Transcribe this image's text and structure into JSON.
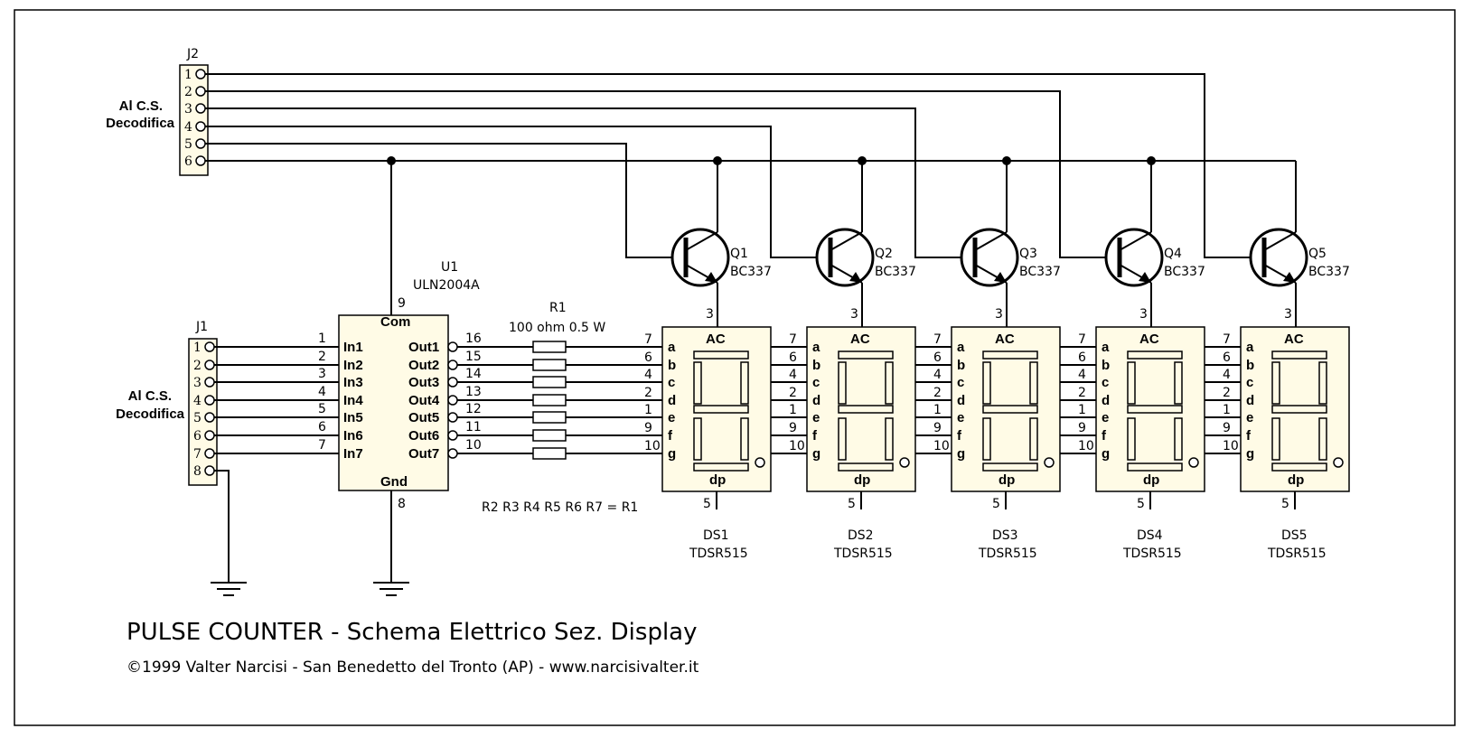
{
  "title": "PULSE COUNTER - Schema Elettrico Sez. Display",
  "copyright": "©1999 Valter Narcisi - San Benedetto del Tronto (AP) - www.narcisivalter.it",
  "j2": {
    "name": "J2",
    "label_line1": "Al C.S.",
    "label_line2": "Decodifica",
    "pins": [
      "1",
      "2",
      "3",
      "4",
      "5",
      "6"
    ]
  },
  "j1": {
    "name": "J1",
    "label_line1": "Al C.S.",
    "label_line2": "Decodifica",
    "pins": [
      "1",
      "2",
      "3",
      "4",
      "5",
      "6",
      "7",
      "8"
    ]
  },
  "u1": {
    "ref": "U1",
    "part": "ULN2004A",
    "com_label": "Com",
    "com_pin": "9",
    "gnd_label": "Gnd",
    "gnd_pin": "8",
    "inputs": [
      {
        "label": "In1",
        "pin": "1"
      },
      {
        "label": "In2",
        "pin": "2"
      },
      {
        "label": "In3",
        "pin": "3"
      },
      {
        "label": "In4",
        "pin": "4"
      },
      {
        "label": "In5",
        "pin": "5"
      },
      {
        "label": "In6",
        "pin": "6"
      },
      {
        "label": "In7",
        "pin": "7"
      }
    ],
    "outputs": [
      {
        "label": "Out1",
        "pin": "16"
      },
      {
        "label": "Out2",
        "pin": "15"
      },
      {
        "label": "Out3",
        "pin": "14"
      },
      {
        "label": "Out4",
        "pin": "13"
      },
      {
        "label": "Out5",
        "pin": "12"
      },
      {
        "label": "Out6",
        "pin": "11"
      },
      {
        "label": "Out7",
        "pin": "10"
      }
    ]
  },
  "r1": {
    "ref": "R1",
    "value": "100 ohm 0.5 W",
    "note": "R2 R3 R4 R5 R6 R7 = R1"
  },
  "transistors": [
    {
      "ref": "Q1",
      "part": "BC337"
    },
    {
      "ref": "Q2",
      "part": "BC337"
    },
    {
      "ref": "Q3",
      "part": "BC337"
    },
    {
      "ref": "Q4",
      "part": "BC337"
    },
    {
      "ref": "Q5",
      "part": "BC337"
    }
  ],
  "displays": [
    {
      "ref": "DS1",
      "part": "TDSR515"
    },
    {
      "ref": "DS2",
      "part": "TDSR515"
    },
    {
      "ref": "DS3",
      "part": "TDSR515"
    },
    {
      "ref": "DS4",
      "part": "TDSR515"
    },
    {
      "ref": "DS5",
      "part": "TDSR515"
    }
  ],
  "display_pins": {
    "ac_label": "AC",
    "ac_pin": "3",
    "dp_label": "dp",
    "dp_pin": "5",
    "segments": [
      "a",
      "b",
      "c",
      "d",
      "e",
      "f",
      "g"
    ],
    "segment_pins": [
      "7",
      "6",
      "4",
      "2",
      "1",
      "9",
      "10"
    ]
  }
}
